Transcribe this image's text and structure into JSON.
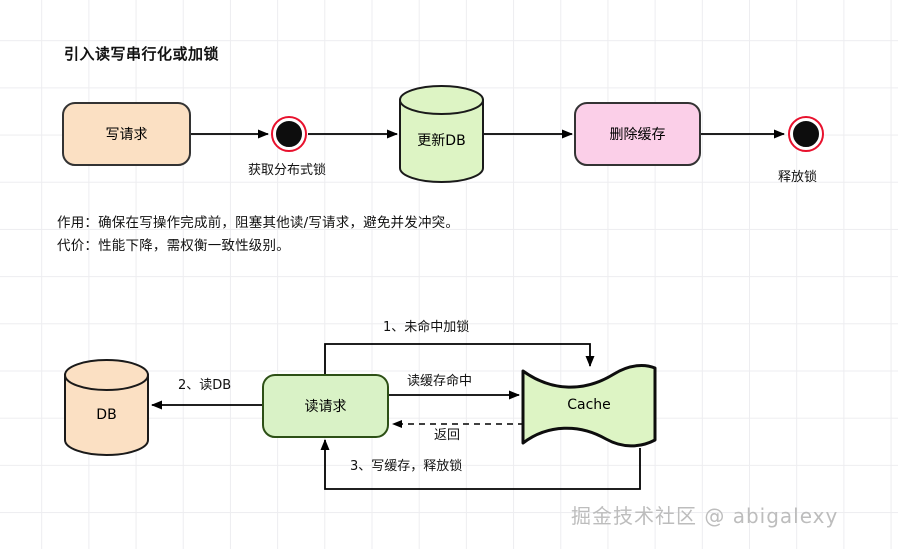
{
  "title": "引入读写串行化或加锁",
  "top_flow": {
    "write_request": "写请求",
    "acquire_lock_label": "获取分布式锁",
    "update_db": "更新DB",
    "delete_cache": "删除缓存",
    "release_lock_label": "释放锁"
  },
  "description": {
    "line1": "作用：确保在写操作完成前，阻塞其他读/写请求，避免并发冲突。",
    "line2": "代价：性能下降，需权衡一致性级别。"
  },
  "bottom_flow": {
    "db": "DB",
    "read_request": "读请求",
    "cache": "Cache",
    "edge_lock_on_miss": "1、未命中加锁",
    "edge_read_db": "2、读DB",
    "edge_cache_hit": "读缓存命中",
    "edge_return": "返回",
    "edge_write_cache": "3、写缓存，释放锁"
  },
  "watermark": "掘金技术社区 @ abigalexy",
  "colors": {
    "peach_fill": "#fbe0c3",
    "peach_stroke": "#333333",
    "green_fill": "#d9f2c6",
    "green_stroke": "#2d5016",
    "pink_fill": "#fbcfe8",
    "pink_stroke": "#333333",
    "cylinder_green_fill": "#ddf4c4",
    "lock_ring": "#e8112d",
    "lock_core": "#000000",
    "line": "#000000",
    "grid": "#ededf0"
  }
}
